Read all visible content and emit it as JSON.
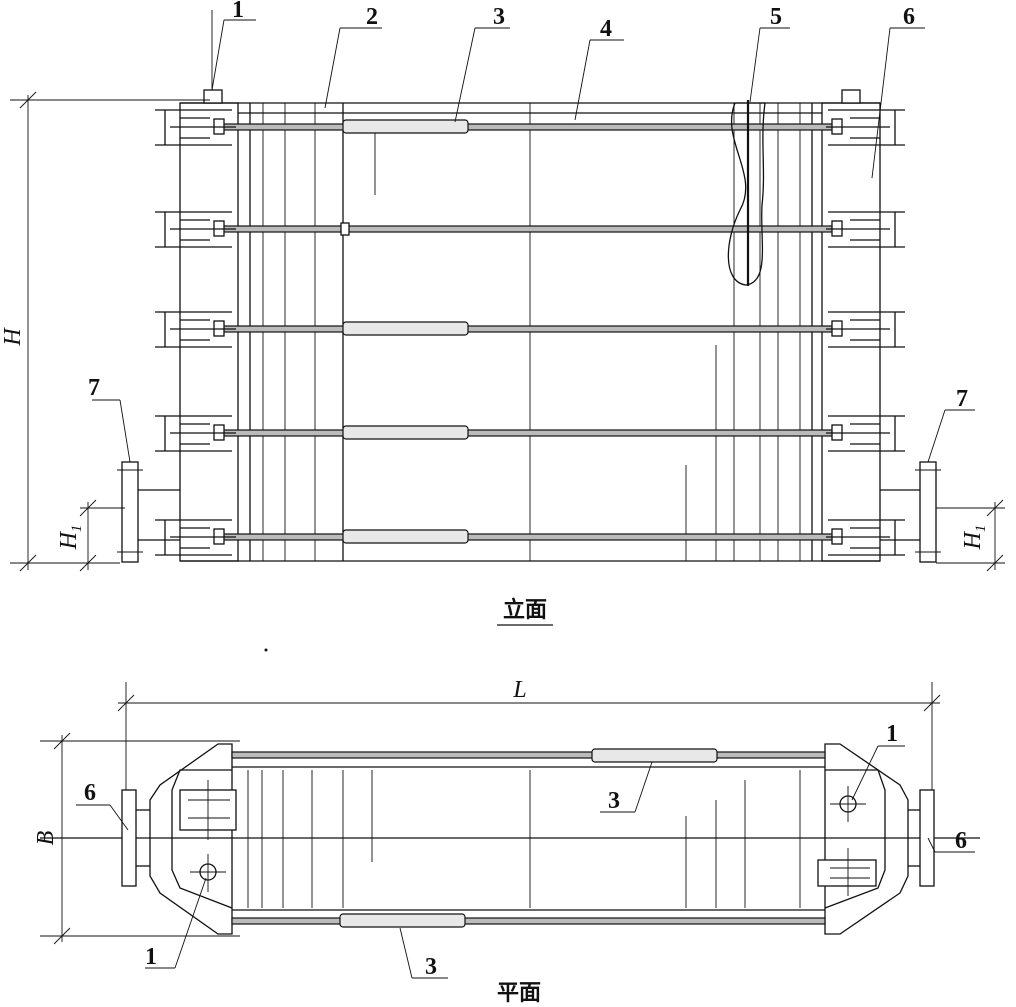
{
  "part_labels": {
    "p1": "1",
    "p2": "2",
    "p3": "3",
    "p4": "4",
    "p5": "5",
    "p6": "6",
    "p7": "7"
  },
  "dimensions": {
    "height": "H",
    "foot_height": "H",
    "foot_height_sub": "1",
    "length": "L",
    "width": "B"
  },
  "views": {
    "elevation": "立面",
    "plan": "平面"
  }
}
